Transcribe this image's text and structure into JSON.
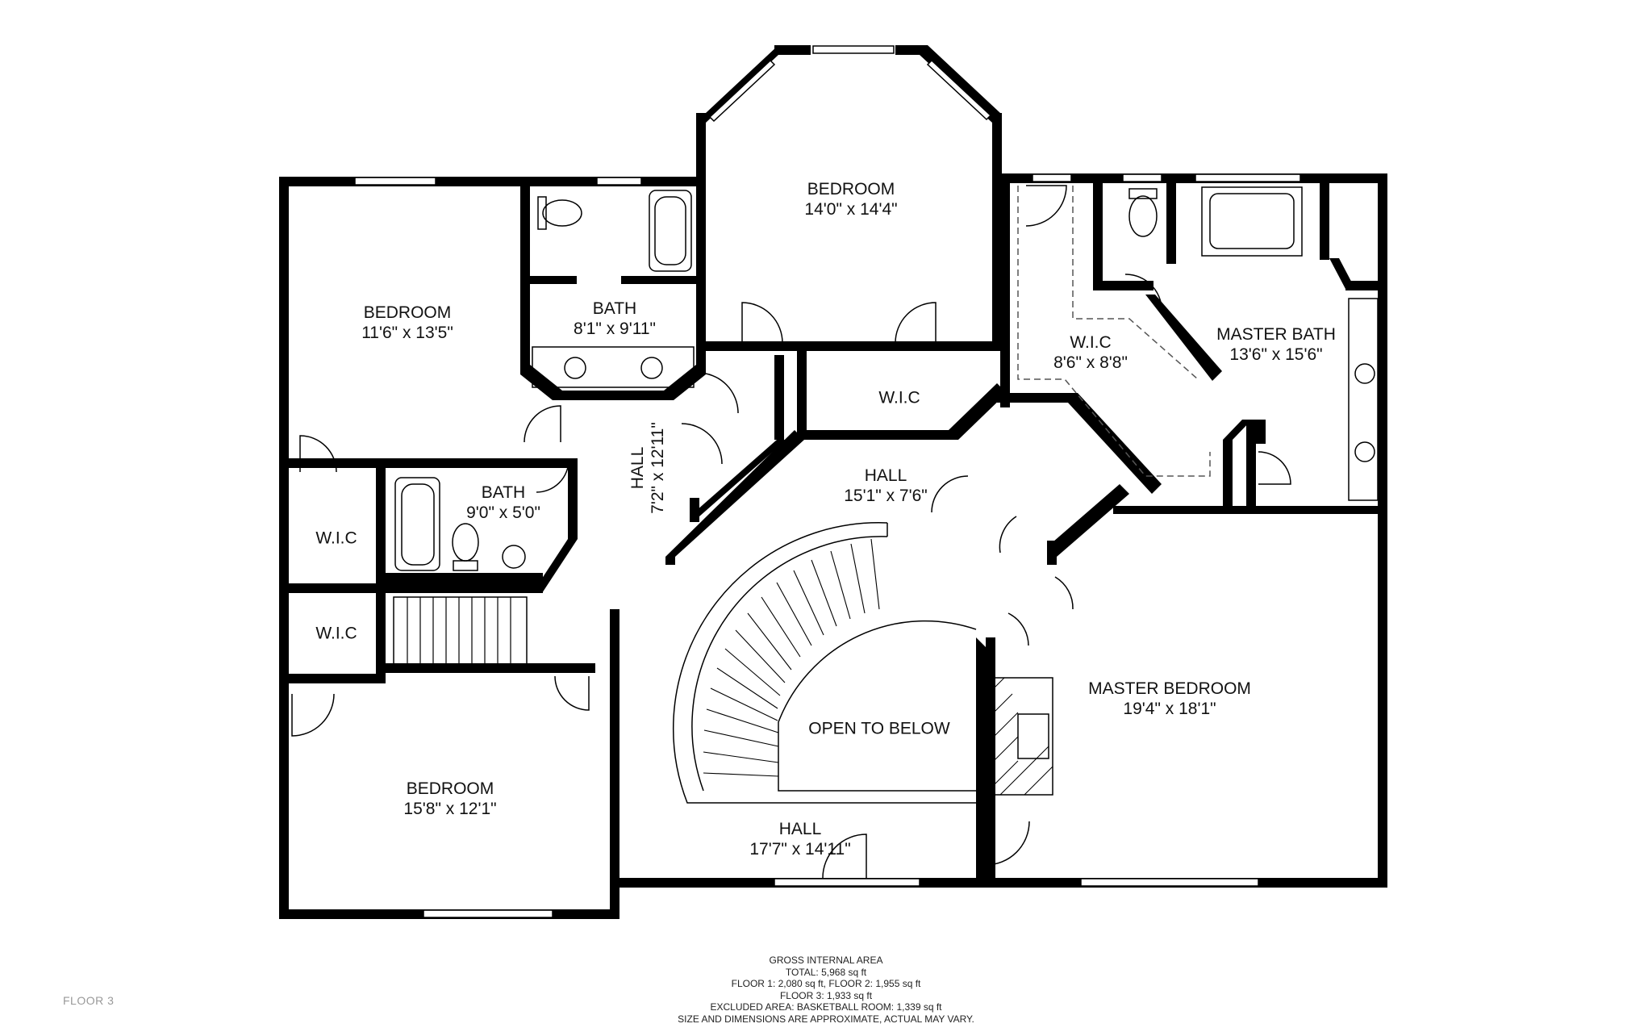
{
  "rooms": {
    "bedroom_top": {
      "name": "BEDROOM",
      "dims": "14'0\" x 14'4\""
    },
    "bedroom_left": {
      "name": "BEDROOM",
      "dims": "11'6\" x 13'5\""
    },
    "bath_top": {
      "name": "BATH",
      "dims": "8'1\" x 9'11\""
    },
    "hall_vertical": {
      "name": "HALL",
      "dims": "7'2\" x 12'11\""
    },
    "wic_center": {
      "name": "W.I.C"
    },
    "wic_master": {
      "name": "W.I.C",
      "dims": "8'6\" x 8'8\""
    },
    "master_bath": {
      "name": "MASTER BATH",
      "dims": "13'6\" x 15'6\""
    },
    "hall_middle": {
      "name": "HALL",
      "dims": "15'1\" x 7'6\""
    },
    "bath_small": {
      "name": "BATH",
      "dims": "9'0\" x 5'0\""
    },
    "wic_left_upper": {
      "name": "W.I.C"
    },
    "wic_left_lower": {
      "name": "W.I.C"
    },
    "open_to_below": {
      "name": "OPEN TO BELOW"
    },
    "master_bedroom": {
      "name": "MASTER BEDROOM",
      "dims": "19'4\" x 18'1\""
    },
    "bedroom_bottom": {
      "name": "BEDROOM",
      "dims": "15'8\" x 12'1\""
    },
    "hall_bottom": {
      "name": "HALL",
      "dims": "17'7\" x 14'11\""
    }
  },
  "footer": {
    "line1": "GROSS INTERNAL AREA",
    "line2": "TOTAL: 5,968 sq ft",
    "line3": "FLOOR 1: 2,080 sq ft, FLOOR 2: 1,955 sq ft",
    "line4": "FLOOR 3: 1,933 sq ft",
    "line5": "EXCLUDED AREA: BASKETBALL ROOM: 1,339 sq ft",
    "line6": "SIZE AND DIMENSIONS ARE APPROXIMATE, ACTUAL MAY VARY."
  },
  "floor_tag": "FLOOR 3"
}
